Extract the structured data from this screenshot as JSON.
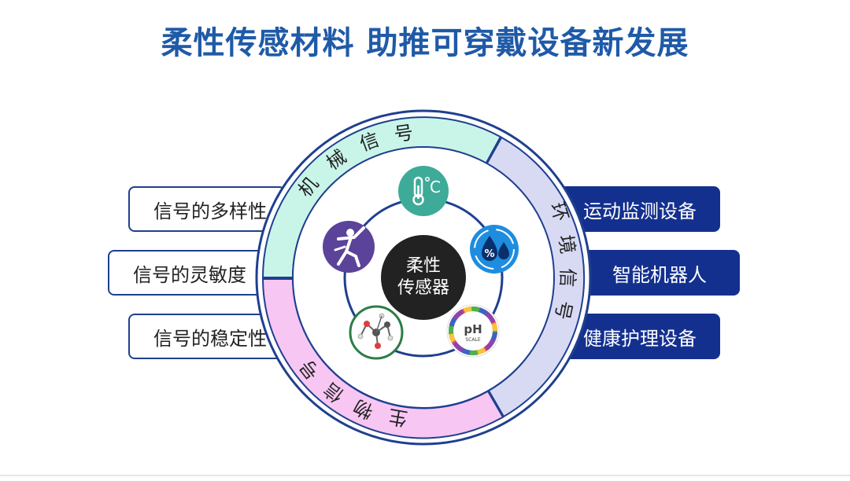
{
  "title": "柔性传感材料  助推可穿戴设备新发展",
  "left_items": [
    "信号的多样性",
    "信号的灵敏度",
    "信号的稳定性"
  ],
  "right_items": [
    "运动监测设备",
    "智能机器人",
    "健康护理设备"
  ],
  "arcs": {
    "mechanical": [
      "机",
      "械",
      "信",
      "号"
    ],
    "environment": [
      "环",
      "境",
      "信",
      "号"
    ],
    "biological": [
      "生",
      "物",
      "信",
      "号"
    ]
  },
  "center": {
    "line1": "柔性",
    "line2": "传感器"
  },
  "icons": {
    "thermometer_unit": "C",
    "humidity_symbol": "%",
    "ph_label": "pH",
    "ph_scale": "SCALE"
  },
  "colors": {
    "title": "#1f5aa8",
    "mechanical_arc": "#c9f5e9",
    "environment_arc": "#d8daf4",
    "biological_arc": "#f7c6f2",
    "right_box": "#14308f",
    "ring_border": "#1f3f8f"
  }
}
